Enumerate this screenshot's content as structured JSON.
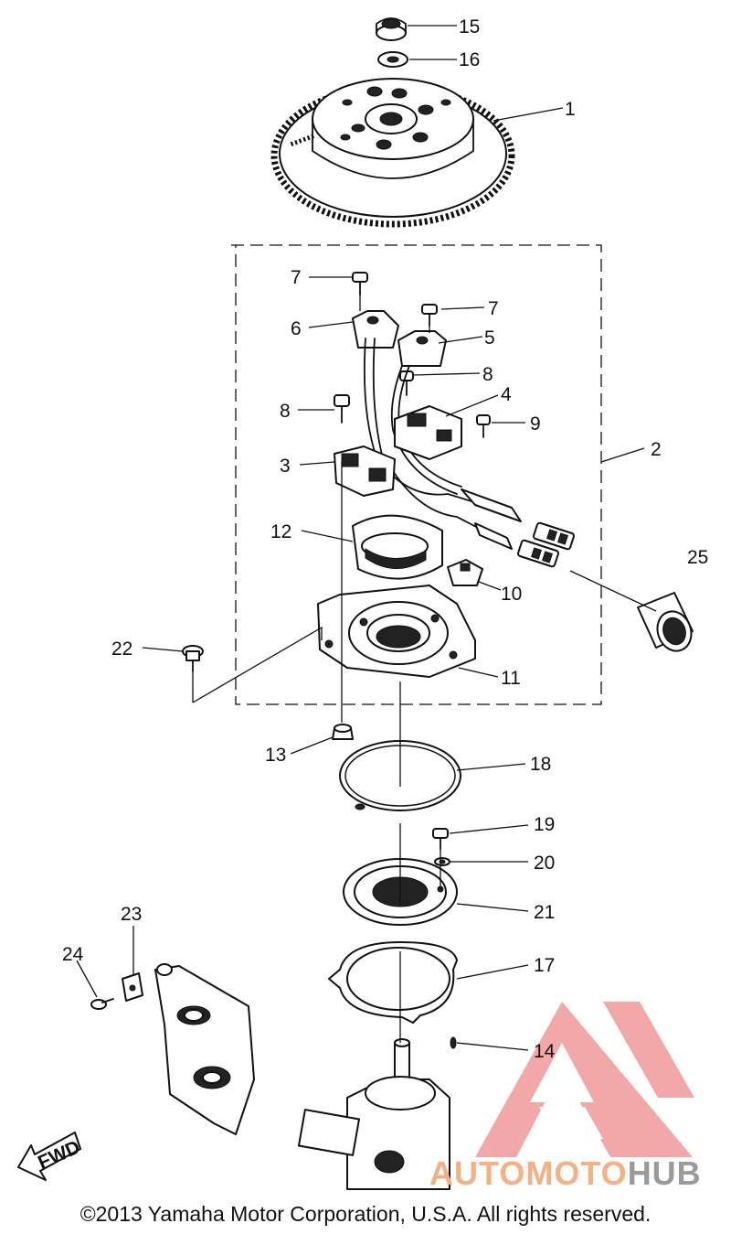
{
  "callouts": {
    "c1": "1",
    "c2": "2",
    "c3": "3",
    "c4": "4",
    "c5": "5",
    "c6": "6",
    "c7a": "7",
    "c7b": "7",
    "c8a": "8",
    "c8b": "8",
    "c9": "9",
    "c10": "10",
    "c11": "11",
    "c12": "12",
    "c13": "13",
    "c14": "14",
    "c15": "15",
    "c16": "16",
    "c17": "17",
    "c18": "18",
    "c19": "19",
    "c20": "20",
    "c21": "21",
    "c22": "22",
    "c23": "23",
    "c24": "24",
    "c25": "25"
  },
  "fwd_label": "FWD",
  "watermark": {
    "part1": "AUTO",
    "part2": "MOTO",
    "part3": "HUB",
    "color_primary": "#f4b183",
    "color_secondary": "#9a9a9a",
    "logo_color": "#f08c8c"
  },
  "copyright": "©2013 Yamaha Motor Corporation, U.S.A. All rights reserved."
}
